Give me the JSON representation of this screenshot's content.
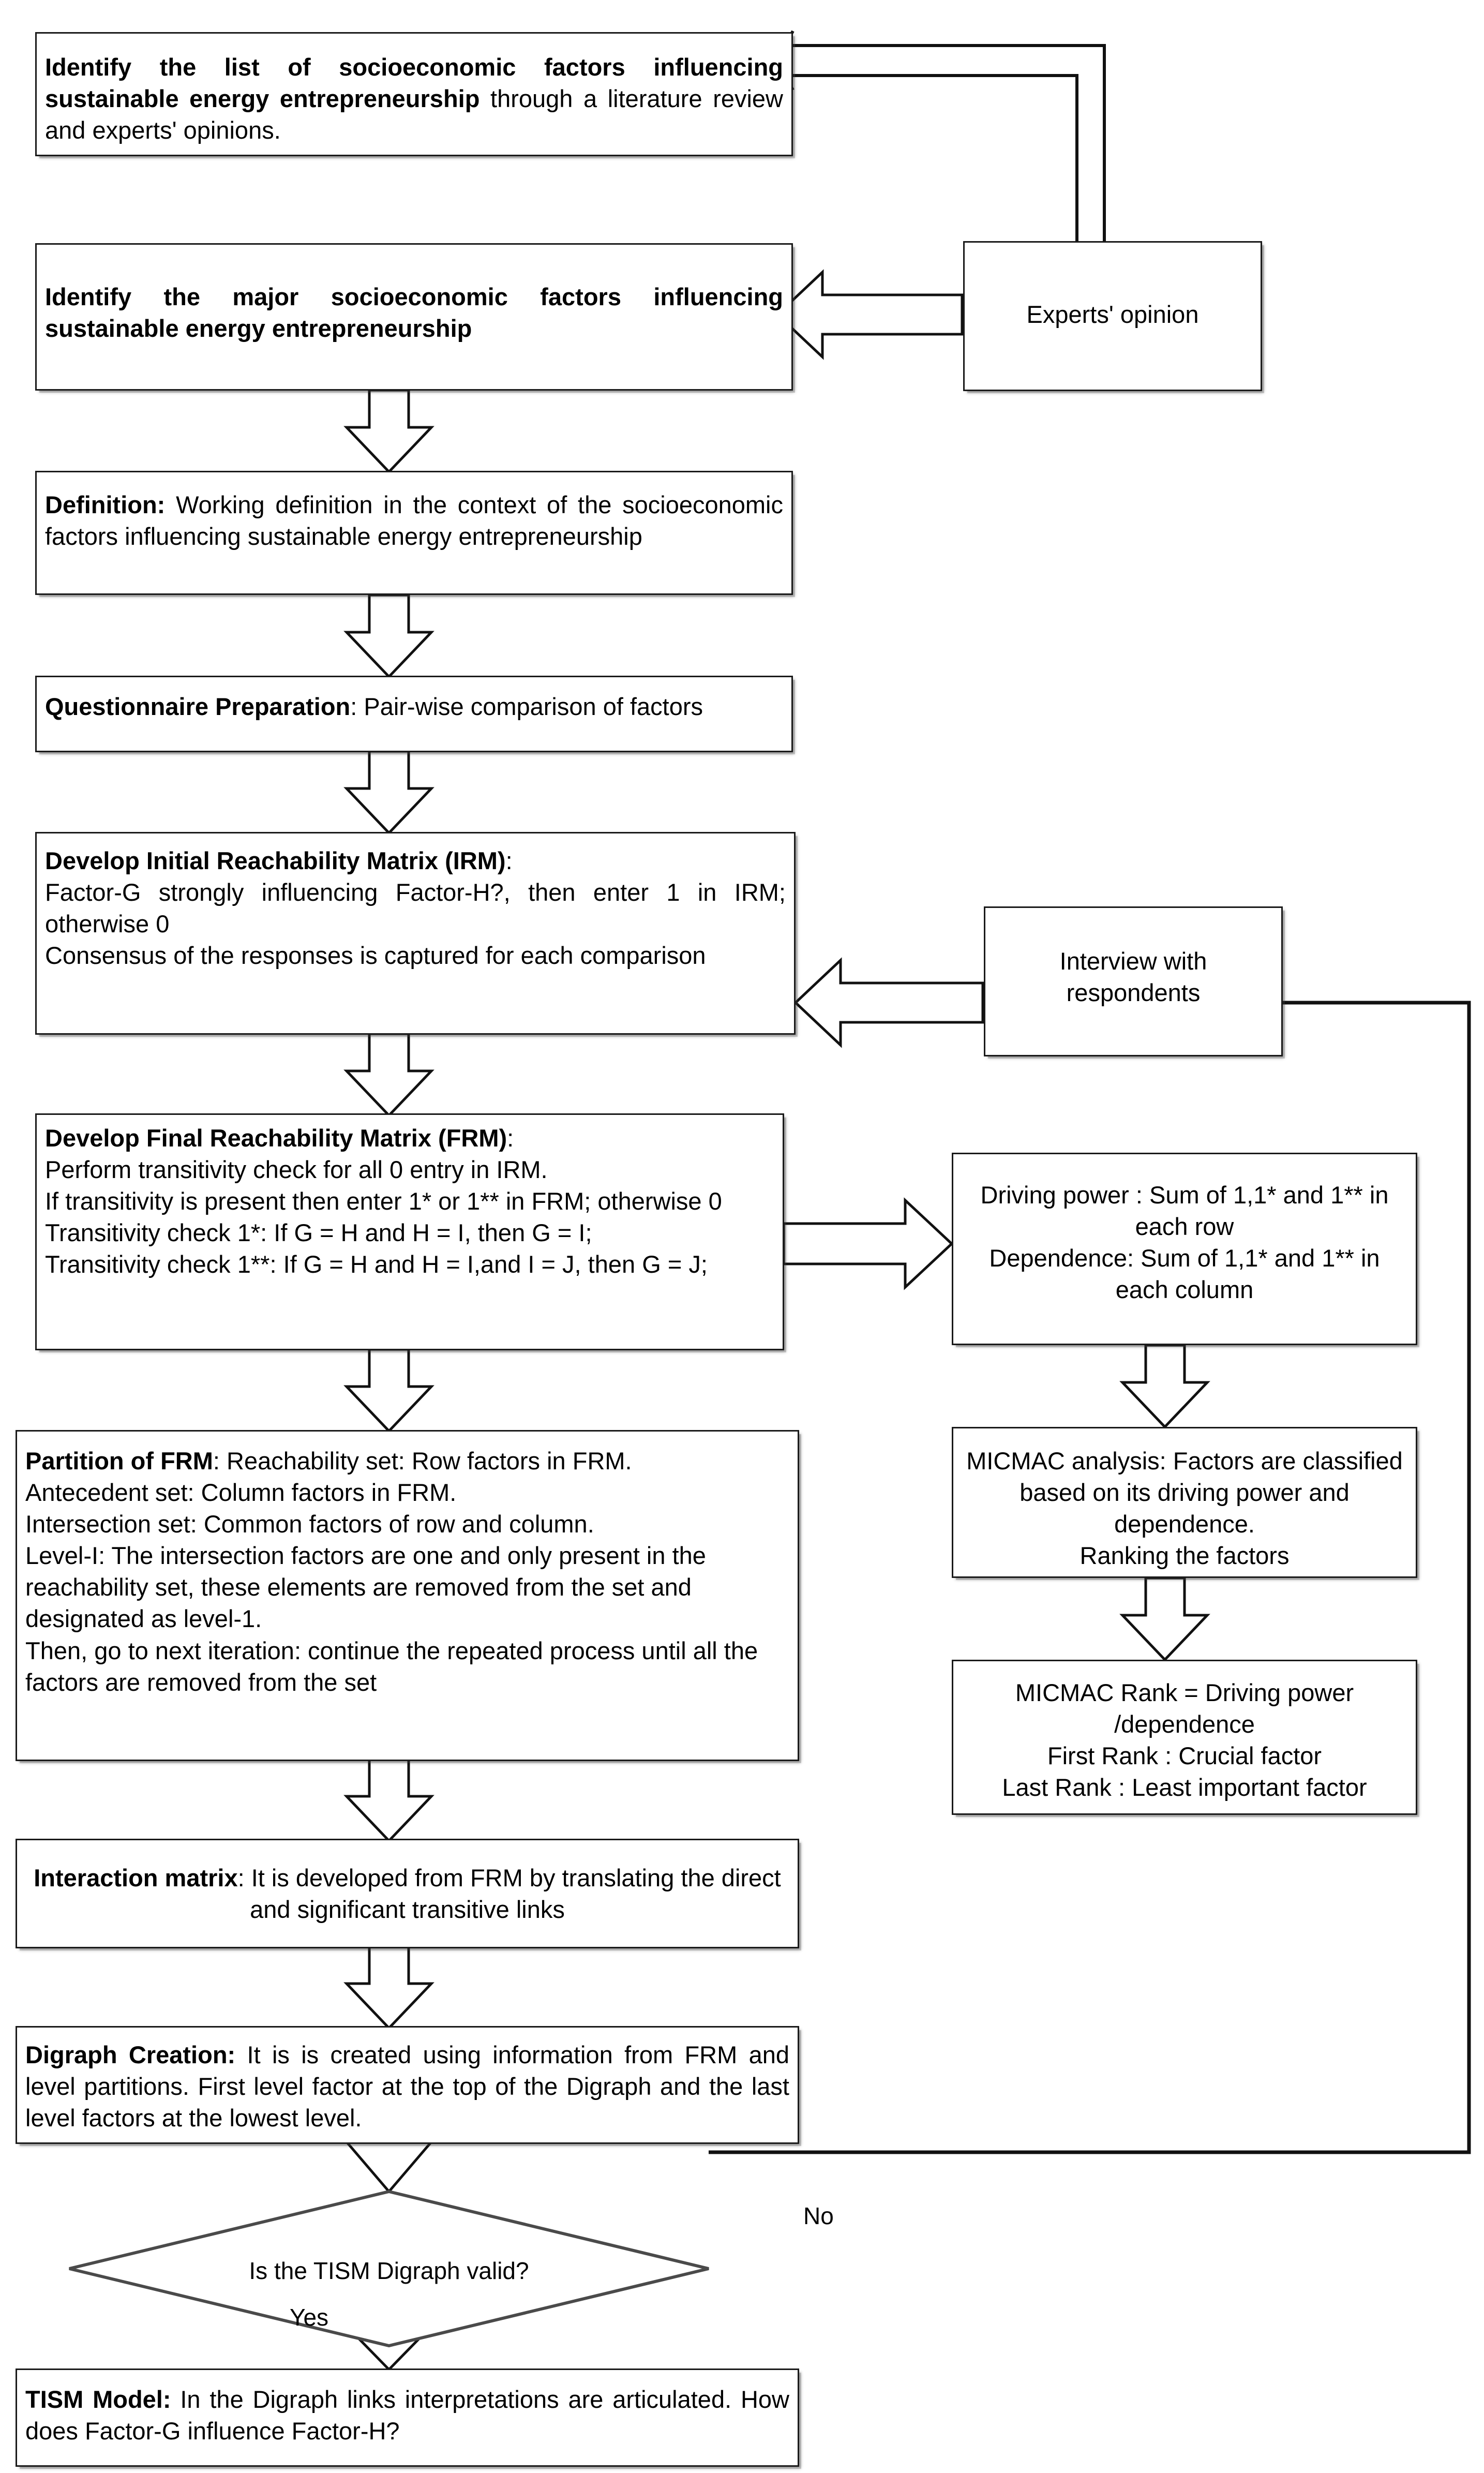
{
  "diagram": {
    "title": "TISM methodology flowchart",
    "colors": {
      "stroke": "#1a1a1a",
      "fill": "#ffffff",
      "text": "#000000"
    }
  },
  "nodes": {
    "identify_list": {
      "id": "identify-list-box",
      "bold": "Identify the list of socioeconomic factors influencing sustainable energy entrepreneurship",
      "rest": " through a literature review and experts' opinions."
    },
    "identify_major": {
      "id": "identify-major-box",
      "bold": "Identify the major socioeconomic factors influencing sustainable energy entrepreneurship",
      "rest": ""
    },
    "experts_opinion": {
      "id": "experts-opinion-box",
      "text": "Experts' opinion"
    },
    "definition": {
      "id": "definition-box",
      "bold": "Definition:",
      "rest": " Working definition in the context of the socioeconomic factors influencing sustainable energy entrepreneurship"
    },
    "questionnaire": {
      "id": "questionnaire-box",
      "bold": "Questionnaire Preparation",
      "rest": ": Pair-wise comparison of factors"
    },
    "irm": {
      "id": "irm-box",
      "bold": "Develop Initial Reachability Matrix (IRM)",
      "rest": ":",
      "lines": [
        "Factor-G strongly influencing Factor-H?, then enter 1 in IRM; otherwise 0",
        "Consensus of the responses is captured for each comparison"
      ]
    },
    "interview": {
      "id": "interview-box",
      "text": "Interview with respondents"
    },
    "frm": {
      "id": "frm-box",
      "bold": "Develop Final Reachability Matrix (FRM)",
      "rest": ":",
      "lines": [
        "Perform transitivity check for all 0 entry in IRM.",
        "If transitivity is present then enter 1* or 1** in FRM; otherwise 0",
        "Transitivity check 1*: If G = H and H = I, then G = I;",
        "Transitivity check 1**: If G = H and H = I,and I = J, then G = J;"
      ]
    },
    "driving_power": {
      "id": "driving-power-box",
      "lines": [
        "Driving power : Sum of 1,1* and 1** in each row",
        "Dependence: Sum of 1,1* and 1** in each column"
      ]
    },
    "micmac_analysis": {
      "id": "micmac-analysis-box",
      "lines": [
        "MICMAC analysis: Factors are classified based on its driving power and dependence.",
        "Ranking the factors"
      ]
    },
    "micmac_rank": {
      "id": "micmac-rank-box",
      "lines": [
        "MICMAC Rank = Driving power /dependence",
        "First Rank : Crucial factor",
        "Last Rank : Least important factor"
      ]
    },
    "partition": {
      "id": "partition-box",
      "bold": "Partition of FRM",
      "rest": ": Reachability set: Row factors in FRM.",
      "lines": [
        "Antecedent set: Column factors in FRM.",
        "Intersection set: Common factors of row and column.",
        "Level-I: The intersection factors are one and only present in the reachability set, these elements are removed from the set and designated as level-1.",
        "Then, go to next iteration: continue the repeated process until all the factors are removed from the set"
      ]
    },
    "interaction_matrix": {
      "id": "interaction-matrix-box",
      "bold": "Interaction matrix",
      "rest": ": It is developed from FRM by translating the direct and significant transitive links"
    },
    "digraph_creation": {
      "id": "digraph-creation-box",
      "bold": "Digraph Creation:",
      "rest": " It is is created using information from FRM and level partitions. First level factor at the top of the Digraph and the last level factors at the lowest level."
    },
    "decision": {
      "id": "decision-diamond",
      "text": "Is the TISM Digraph valid?"
    },
    "tism_model": {
      "id": "tism-model-box",
      "bold": "TISM Model:",
      "rest": " In the Digraph links interpretations are articulated. How does Factor-G influence Factor-H?"
    }
  },
  "edge_labels": {
    "no": "No",
    "yes": "Yes"
  }
}
